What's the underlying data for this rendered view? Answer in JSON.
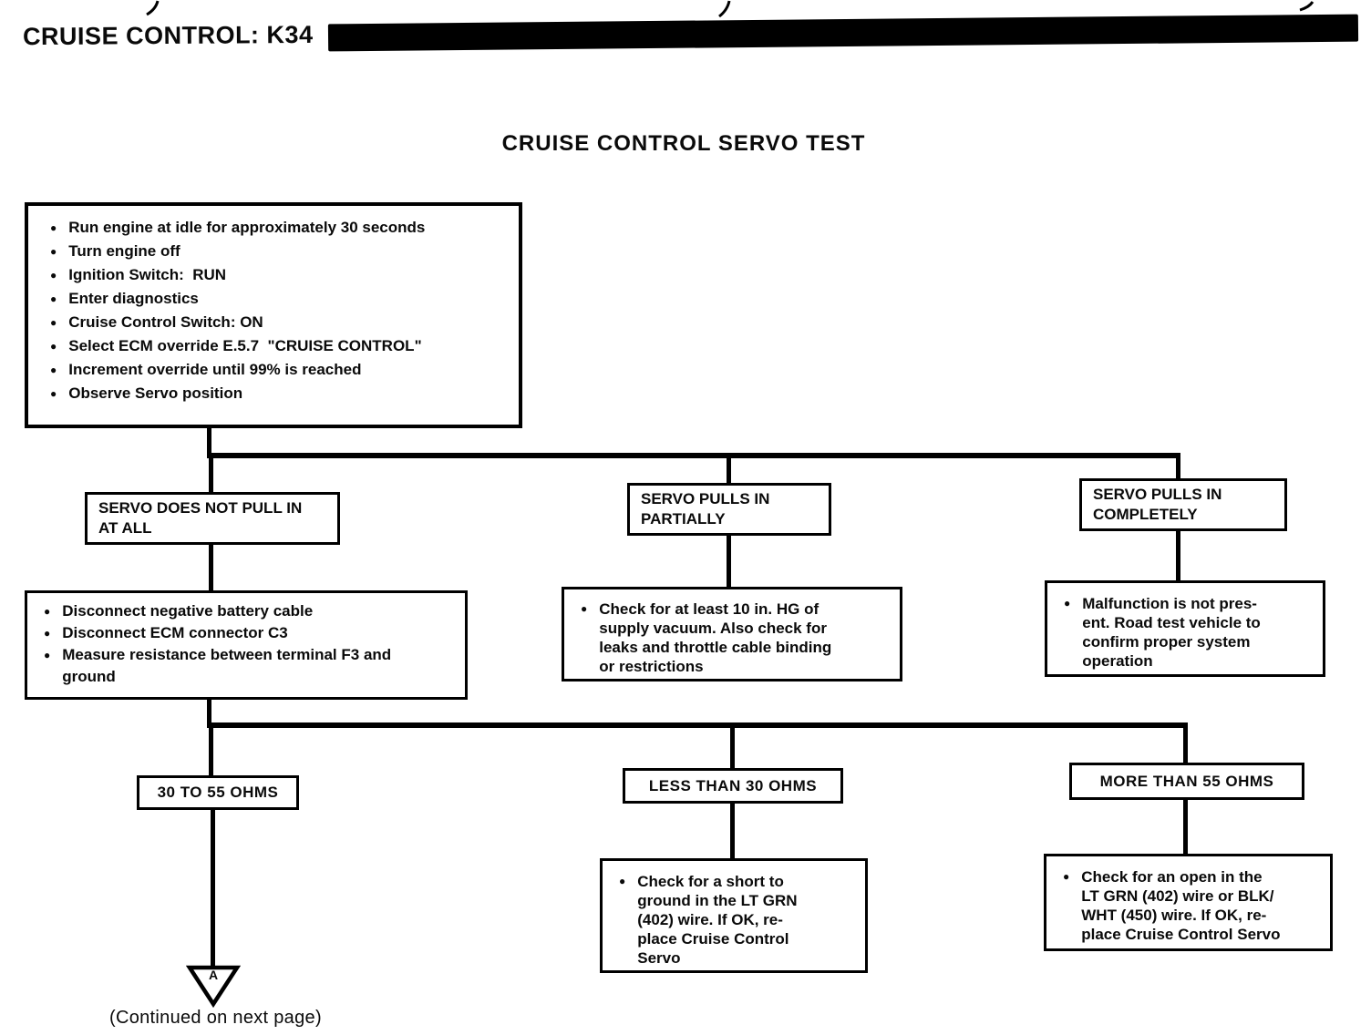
{
  "header": {
    "title": "CRUISE CONTROL: K34"
  },
  "page_title": "CRUISE CONTROL SERVO TEST",
  "icons": {
    "bullet": "●",
    "continuation_triangle": "triangle-down-outline"
  },
  "start": {
    "bullets": [
      "Run engine at idle for approximately 30 seconds",
      "Turn engine off",
      "Ignition Switch:  RUN",
      "Enter diagnostics",
      "Cruise Control Switch: ON",
      "Select ECM override E.5.7  \"CRUISE CONTROL\"",
      "Increment override until 99% is reached",
      "Observe Servo position"
    ]
  },
  "row1": [
    {
      "condition": "SERVO DOES NOT PULL IN\nAT ALL",
      "bullets": [
        "Disconnect negative battery cable",
        "Disconnect ECM connector C3",
        "Measure resistance between terminal F3 and\nground"
      ]
    },
    {
      "condition": "SERVO PULLS IN\nPARTIALLY",
      "bullets": [
        "Check for at least 10 in. HG of\nsupply vacuum. Also check for\nleaks and throttle cable binding\nor restrictions"
      ]
    },
    {
      "condition": "SERVO PULLS IN\nCOMPLETELY",
      "bullets": [
        "Malfunction is not pres-\nent. Road test vehicle to\nconfirm proper system\noperation"
      ]
    }
  ],
  "row2": [
    {
      "condition": "30 TO 55 OHMS"
    },
    {
      "condition": "LESS THAN 30 OHMS",
      "bullets": [
        "Check for a short to\nground in the LT GRN\n(402) wire. If OK, re-\nplace Cruise Control\nServo"
      ]
    },
    {
      "condition": "MORE THAN 55 OHMS",
      "bullets": [
        "Check for an open in the\nLT GRN (402) wire or BLK/\nWHT (450) wire. If OK, re-\nplace Cruise Control Servo"
      ]
    }
  ],
  "connector": {
    "label": "A"
  },
  "footer": {
    "caption": "(Continued on next page)"
  }
}
